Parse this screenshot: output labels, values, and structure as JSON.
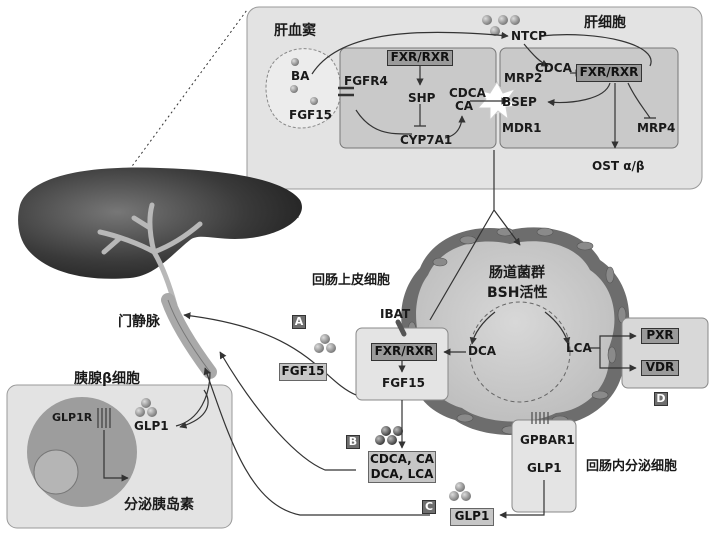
{
  "hepatic_sinusoid": {
    "title": "肝血窦",
    "ba": "BA",
    "fgf15": "FGF15",
    "fgfr4": "FGFR4"
  },
  "hepatocyte": {
    "title": "肝细胞",
    "fxr_rxr_left": "FXR/RXR",
    "shp": "SHP",
    "cyp7a1": "CYP7A1",
    "cdca": "CDCA",
    "ca": "CA",
    "ntcp": "NTCP",
    "mrp2": "MRP2",
    "bsep": "BSEP",
    "mdr1": "MDR1",
    "cdca_right": "CDCA",
    "fxr_rxr_right": "FXR/RXR",
    "mrp4": "MRP4",
    "ostab": "OST α/β"
  },
  "portal_vein": "门静脉",
  "ileal_epithelial_cell": {
    "title": "回肠上皮细胞",
    "ibat": "IBAT",
    "fxr_rxr": "FXR/RXR",
    "fgf15": "FGF15"
  },
  "gut_microbiota": {
    "title_line1": "肠道菌群",
    "title_line2": "BSH活性",
    "dca": "DCA",
    "lca": "LCA"
  },
  "enteroendocrine_cell": {
    "title": "回肠内分泌细胞",
    "gpbar1": "GPBAR1",
    "glp1": "GLP1"
  },
  "receptors": {
    "pxr": "PXR",
    "vdr": "VDR"
  },
  "pancreatic_beta_cell": {
    "title": "胰腺β细胞",
    "glp1r": "GLP1R",
    "glp1": "GLP1",
    "insulin": "分泌胰岛素"
  },
  "panels": {
    "a_tag": "A",
    "a_fgf15": "FGF15",
    "b_tag": "B",
    "b_line1": "CDCA, CA",
    "b_line2": "DCA, LCA",
    "c_tag": "C",
    "c_glp1": "GLP1",
    "d_tag": "D"
  },
  "colors": {
    "panel_bg": "#e3e3e3",
    "cell_bg": "#c9c9c9",
    "liver": "#3a3a3a",
    "portal_vein": "#a9a9a9",
    "microbe_wall": "#6d6d6d"
  }
}
